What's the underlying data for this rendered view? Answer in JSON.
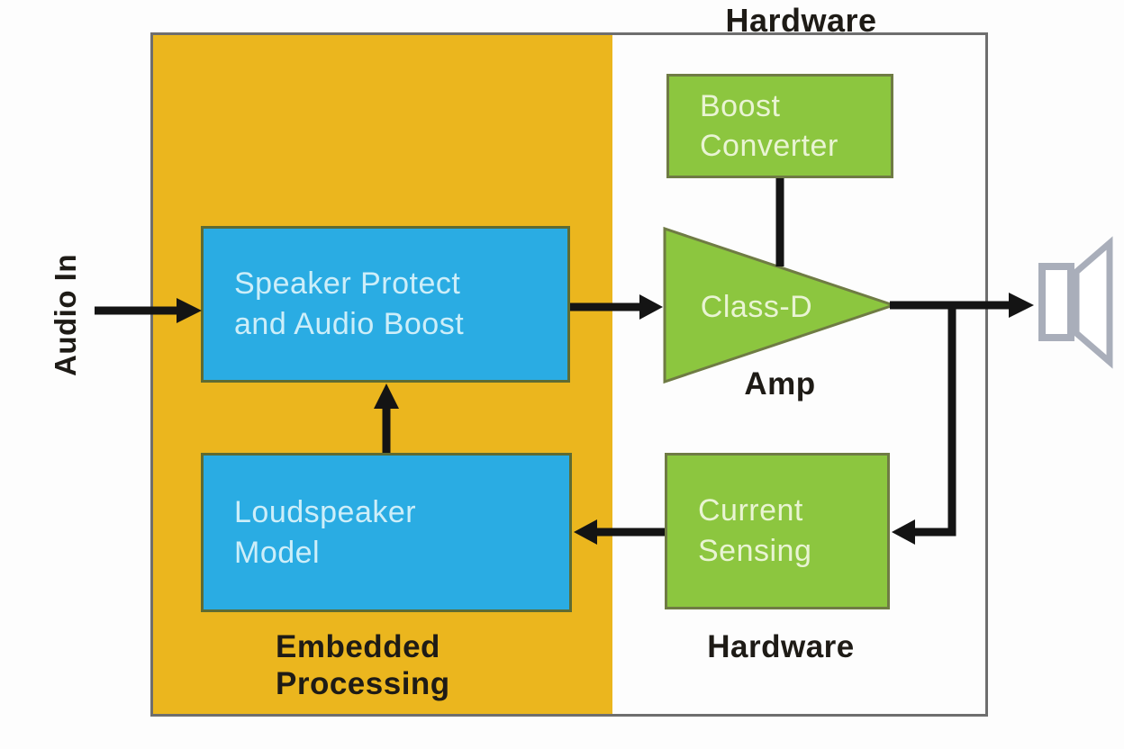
{
  "diagram": {
    "top_label": "Hardware",
    "audio_in_label": "Audio In",
    "blocks": {
      "speaker_protect": {
        "line1": "Speaker Protect",
        "line2": "and Audio Boost"
      },
      "loudspeaker_model": {
        "line1": "Loudspeaker",
        "line2": "Model"
      },
      "boost_converter": {
        "line1": "Boost",
        "line2": "Converter"
      },
      "current_sensing": {
        "line1": "Current",
        "line2": "Sensing"
      },
      "class_d_amp": {
        "label": "Class-D",
        "sublabel": "Amp"
      }
    },
    "region_labels": {
      "embedded_processing": {
        "line1": "Embedded",
        "line2": "Processing"
      },
      "hardware_bottom": "Hardware"
    },
    "icons": {
      "speaker": "speaker-icon"
    },
    "colors": {
      "yellow": "#EBB61E",
      "blue": "#2AACE3",
      "green": "#8CC63F",
      "outer_border": "#6E6E6E",
      "arrow": "#141414",
      "speaker_icon": "#A9AEBA"
    }
  }
}
